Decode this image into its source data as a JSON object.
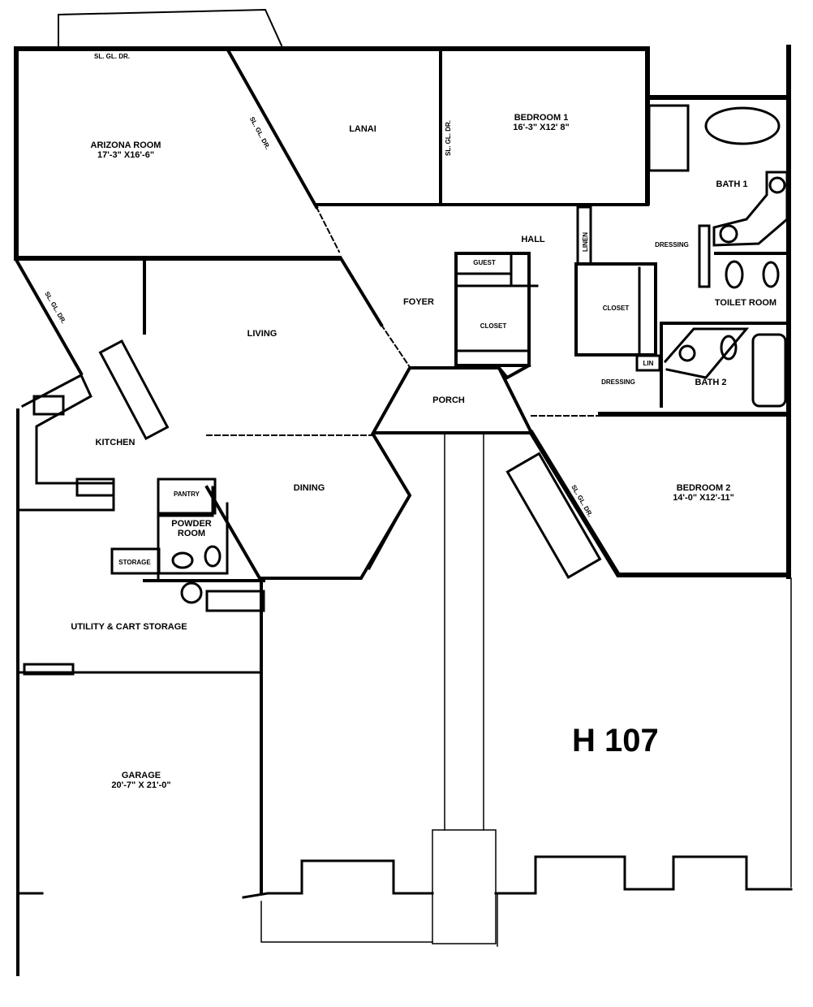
{
  "plan_id": "H 107",
  "rooms": {
    "arizona": {
      "name": "ARIZONA ROOM",
      "size": "17'-3\" X16'-6\""
    },
    "lanai": {
      "name": "LANAI"
    },
    "bedroom1": {
      "name": "BEDROOM 1",
      "size": "16'-3\" X12' 8\""
    },
    "bath1": {
      "name": "BATH 1"
    },
    "hall": {
      "name": "HALL"
    },
    "linen": {
      "name": "LINEN"
    },
    "dressing1": {
      "name": "DRESSING"
    },
    "guest": {
      "name": "GUEST"
    },
    "foyer": {
      "name": "FOYER"
    },
    "closet1": {
      "name": "CLOSET"
    },
    "closet2": {
      "name": "CLOSET"
    },
    "toilet": {
      "name": "TOILET  ROOM"
    },
    "living": {
      "name": "LIVING"
    },
    "lin": {
      "name": "LIN"
    },
    "dressing2": {
      "name": "DRESSING"
    },
    "bath2": {
      "name": "BATH 2"
    },
    "porch": {
      "name": "PORCH"
    },
    "kitchen": {
      "name": "KITCHEN"
    },
    "dining": {
      "name": "DINING"
    },
    "bedroom2": {
      "name": "BEDROOM 2",
      "size": "14'-0\" X12'-11\""
    },
    "pantry": {
      "name": "PANTRY"
    },
    "powder": {
      "name": "POWDER",
      "name2": "ROOM"
    },
    "storage": {
      "name": "STORAGE"
    },
    "utility": {
      "name": "UTILITY & CART STORAGE"
    },
    "garage": {
      "name": "GARAGE",
      "size": "20'-7\" X 21'-0\""
    }
  },
  "door_labels": {
    "sl_gl_dr": "SL. GL. DR."
  }
}
